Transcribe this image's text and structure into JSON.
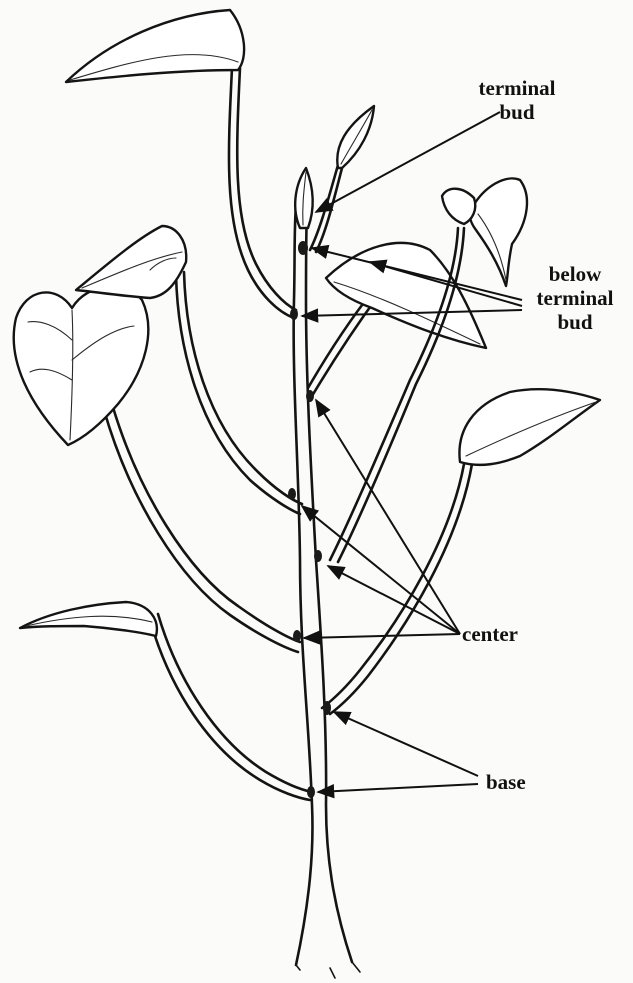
{
  "labels": {
    "terminal_bud": [
      "terminal",
      "bud"
    ],
    "below_terminal_bud": [
      "below",
      "terminal",
      "bud"
    ],
    "center": "center",
    "base": "base"
  },
  "colors": {
    "ink": "#111111",
    "paper": "#fbfbfa"
  }
}
